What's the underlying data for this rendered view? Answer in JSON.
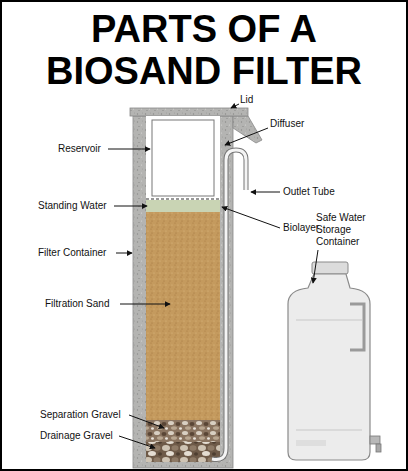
{
  "diagram": {
    "title": "PARTS OF A BIOSAND FILTER",
    "labels": [
      "Lid",
      "Diffuser",
      "Reservoir",
      "Outlet Tube",
      "Standing Water",
      "Biolayer",
      "Filter Container",
      "Safe Water Storage Container",
      "Filtration Sand",
      "Separation Gravel",
      "Drainage Gravel"
    ]
  }
}
